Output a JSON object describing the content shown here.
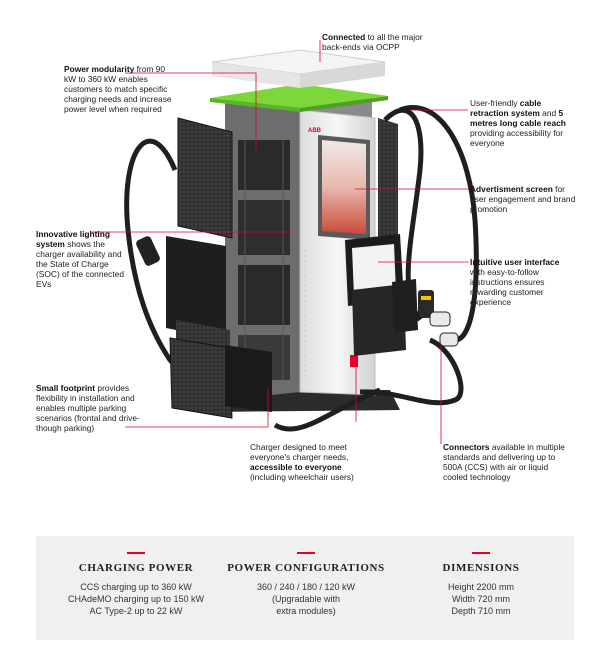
{
  "callouts": {
    "connected": {
      "bold": "Connected",
      "text": " to all the major back-ends via OCPP"
    },
    "power_modularity": {
      "bold": "Power modularity",
      "text": " from 90 kW to 360 kW enables customers to match specific charging needs and increase power level when required"
    },
    "cable": {
      "pre": "User-friendly ",
      "bold": "cable retraction system",
      "mid": " and ",
      "bold2": "5 metres long cable reach",
      "text": " providing accessibility for everyone"
    },
    "advertisement": {
      "bold": "Advertisment screen",
      "text": " for user engagement and brand promotion"
    },
    "lighting": {
      "bold": "Innovative lighting system",
      "text": " shows the charger availability and the State of Charge (SOC) of the connected EVs"
    },
    "interface": {
      "bold": "Intuitive user interface",
      "text": " with easy-to-follow instructions ensures rewarding customer experience"
    },
    "footprint": {
      "bold": "Small footprint",
      "text": " provides flexibility in installation and enables multiple parking scenarios (frontal and drive-though parking)"
    },
    "accessible": {
      "pre": "Charger designed to meet everyone's charger needs, ",
      "bold": "accessible to everyone",
      "text": " (including wheelchair users)"
    },
    "connectors": {
      "bold": "Connectors",
      "text": " available in multiple standards and delivering up to 500A (CCS) with air or liquid cooled technology"
    }
  },
  "brand_label": "ABB",
  "specs": [
    {
      "title": "CHARGING POWER",
      "lines": [
        "CCS charging up to 360 kW",
        "CHAdeMO charging up to 150 kW",
        "AC Type-2 up to 22 kW"
      ]
    },
    {
      "title": "POWER CONFIGURATIONS",
      "lines": [
        "360 / 240 / 180 / 120 kW",
        "(Upgradable with",
        "extra modules)"
      ]
    },
    {
      "title": "DIMENSIONS",
      "lines": [
        "Height 2200 mm",
        "Width 720 mm",
        "Depth 710 mm"
      ]
    }
  ],
  "colors": {
    "accent": "#e4002b",
    "led": "#7dd63a",
    "panel": "#f0f0f0"
  }
}
